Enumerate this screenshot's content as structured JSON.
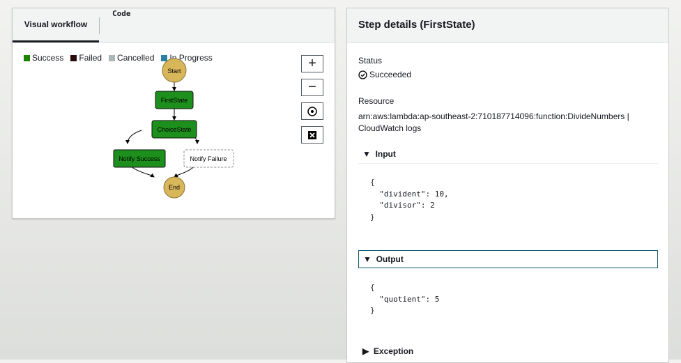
{
  "tabs": {
    "visual": "Visual workflow",
    "code": "Code"
  },
  "legend": [
    {
      "label": "Success",
      "color": "#1d8102"
    },
    {
      "label": "Failed",
      "color": "#2b0a0a"
    },
    {
      "label": "Cancelled",
      "color": "#aab7b8"
    },
    {
      "label": "In Progress",
      "color": "#2a7fa3"
    }
  ],
  "graph": {
    "start": "Start",
    "first": "FirstState",
    "choice": "ChoiceState",
    "success": "Notify Success",
    "failure": "Notify Failure",
    "end": "End"
  },
  "controls": {
    "zoom_in": "+",
    "zoom_out": "−"
  },
  "details": {
    "title": "Step details (FirstState)",
    "status_label": "Status",
    "status": "Succeeded",
    "resource_label": "Resource",
    "resource": "arn:aws:lambda:ap-southeast-2:710187714096:function:DivideNumbers |",
    "logs": "CloudWatch logs",
    "input_label": "Input",
    "input": "{\n  \"divident\": 10,\n  \"divisor\": 2\n}",
    "output_label": "Output",
    "output": "{\n  \"quotient\": 5\n}",
    "exception_label": "Exception"
  }
}
